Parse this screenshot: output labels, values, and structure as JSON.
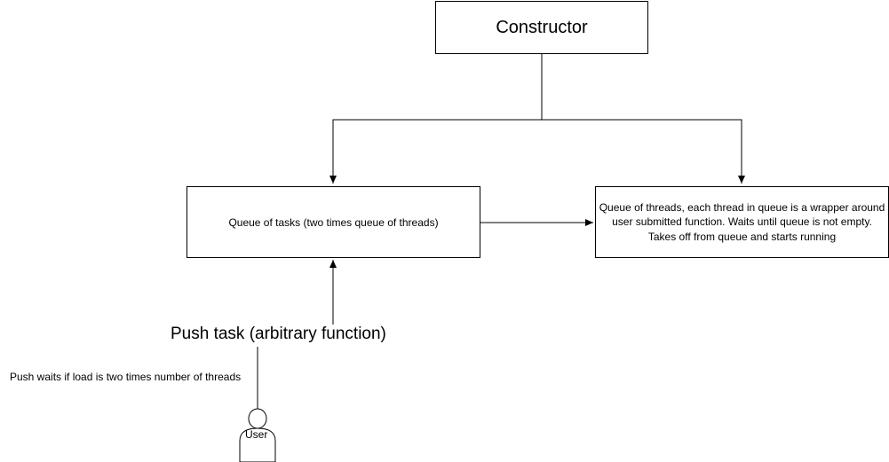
{
  "nodes": {
    "constructor": "Constructor",
    "task_queue": "Queue of tasks (two times queue of threads)",
    "thread_queue": "Queue of threads, each thread in queue is a wrapper around user submitted function. Waits until queue is not empty. Takes off from queue and starts running",
    "push_task": "Push task (arbitrary function)",
    "push_wait_note": "Push waits if load is two times number of threads",
    "actor": "User"
  },
  "edges": [
    {
      "from": "constructor",
      "to": "task_queue"
    },
    {
      "from": "constructor",
      "to": "thread_queue"
    },
    {
      "from": "task_queue",
      "to": "thread_queue"
    },
    {
      "from": "push_task",
      "to": "task_queue"
    },
    {
      "from": "actor",
      "to": "push_task"
    }
  ]
}
